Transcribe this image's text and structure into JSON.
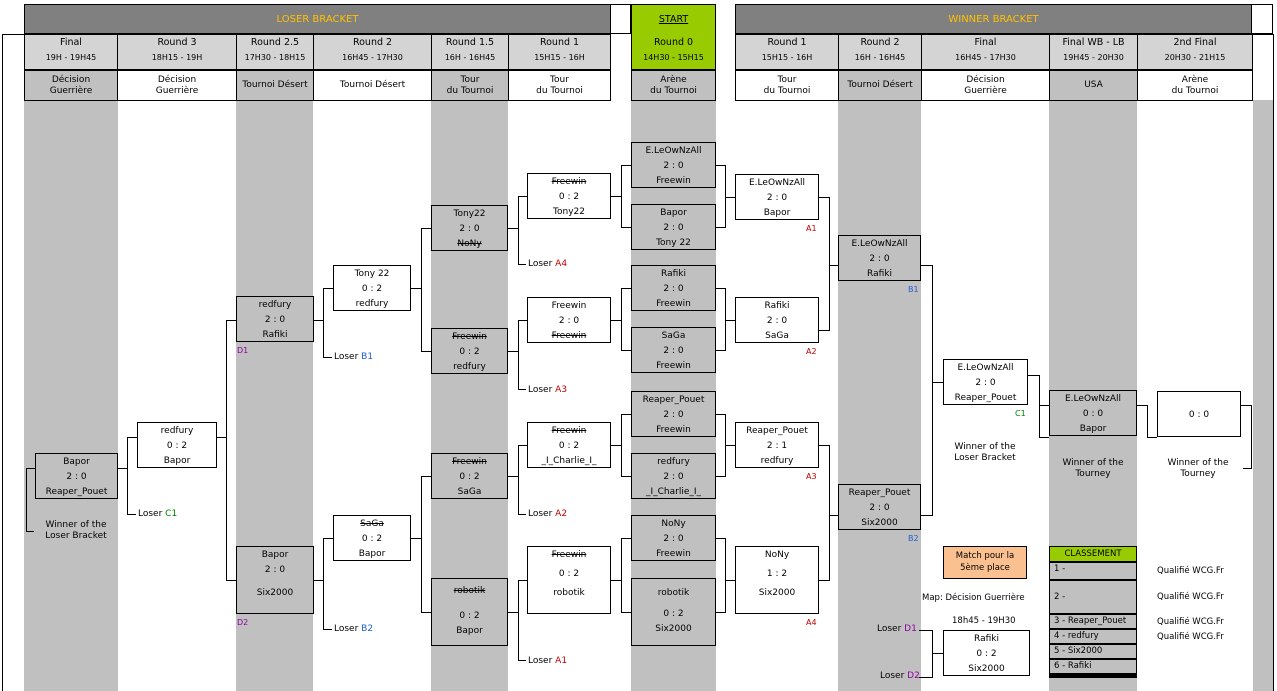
{
  "loser_title": "LOSER BRACKET",
  "winner_title": "WINNER BRACKET",
  "start_label": "START",
  "columns": [
    {
      "title": "Final",
      "time": "19H - 19H45",
      "venue": "Décision\nGuerrière"
    },
    {
      "title": "Round 3",
      "time": "18H15 - 19H",
      "venue": "Décision\nGuerrière"
    },
    {
      "title": "Round 2.5",
      "time": "17H30 - 18H15",
      "venue": "Tournoi Désert"
    },
    {
      "title": "Round 2",
      "time": "16H45 - 17H30",
      "venue": "Tournoi Désert"
    },
    {
      "title": "Round 1.5",
      "time": "16H - 16H45",
      "venue": "Tour\ndu Tournoi"
    },
    {
      "title": "Round 1",
      "time": "15H15 - 16H",
      "venue": "Tour\ndu Tournoi"
    },
    {
      "title": "Round 0",
      "time": "14H30 - 15H15",
      "venue": "Arène\ndu Tournoi"
    },
    {
      "title": "Round 1",
      "time": "15H15 - 16H",
      "venue": "Tour\ndu Tournoi"
    },
    {
      "title": "Round 2",
      "time": "16H - 16H45",
      "venue": "Tournoi Désert"
    },
    {
      "title": "Final",
      "time": "16H45 - 17H30",
      "venue": "Décision\nGuerrière"
    },
    {
      "title": "Final WB - LB",
      "time": "19H45 - 20H30",
      "venue": "USA"
    },
    {
      "title": "2nd Final",
      "time": "20H30 - 21H15",
      "venue": "Arène\ndu Tournoi"
    }
  ],
  "matches": [
    {
      "a": "E.LeOwNzAll",
      "s": "2 : 0",
      "b": "Freewin"
    },
    {
      "a": "Bapor",
      "s": "2 : 0",
      "b": "Tony 22"
    },
    {
      "a": "Rafiki",
      "s": "2 : 0",
      "b": "Freewin"
    },
    {
      "a": "SaGa",
      "s": "2 : 0",
      "b": "Freewin"
    },
    {
      "a": "Reaper_Pouet",
      "s": "2 : 0",
      "b": "Freewin"
    },
    {
      "a": "redfury",
      "s": "2 : 0",
      "b": "_I_Charlie_I_"
    },
    {
      "a": "NoNy",
      "s": "2 : 0",
      "b": "Freewin"
    },
    {
      "a": "robotik",
      "s": "0 : 2",
      "b": "Six2000"
    },
    {
      "a": "E.LeOwNzAll",
      "s": "2 : 0",
      "b": "Bapor"
    },
    {
      "a": "Rafiki",
      "s": "2 : 0",
      "b": "SaGa"
    },
    {
      "a": "Reaper_Pouet",
      "s": "2 : 1",
      "b": "redfury"
    },
    {
      "a": "NoNy",
      "s": "1 : 2",
      "b": "Six2000"
    },
    {
      "a": "E.LeOwNzAll",
      "s": "2 : 0",
      "b": "Rafiki"
    },
    {
      "a": "Reaper_Pouet",
      "s": "2 : 0",
      "b": "Six2000"
    },
    {
      "a": "E.LeOwNzAll",
      "s": "2 : 0",
      "b": "Reaper_Pouet"
    },
    {
      "a": "E.LeOwNzAll",
      "s": "0 : 0",
      "b": "Bapor"
    },
    {
      "a": "",
      "s": "0 : 0",
      "b": ""
    },
    {
      "a": "Freewin",
      "s": "0 : 2",
      "b": "Tony22"
    },
    {
      "a": "Freewin",
      "s": "2 : 0",
      "b": "Freewin"
    },
    {
      "a": "Freewin",
      "s": "0 : 2",
      "b": "_I_Charlie_I_"
    },
    {
      "a": "Freewin",
      "s": "0 : 2",
      "b": "robotik"
    },
    {
      "a": "Tony22",
      "s": "2 : 0",
      "b": "NoNy"
    },
    {
      "a": "Freewin",
      "s": "0 : 2",
      "b": "redfury"
    },
    {
      "a": "Freewin",
      "s": "0 : 2",
      "b": "SaGa"
    },
    {
      "a": "robotik",
      "s": "0 : 2",
      "b": "Bapor"
    },
    {
      "a": "Tony 22",
      "s": "0 : 2",
      "b": "redfury"
    },
    {
      "a": "SaGa",
      "s": "0 : 2",
      "b": "Bapor"
    },
    {
      "a": "redfury",
      "s": "2 : 0",
      "b": "Rafiki"
    },
    {
      "a": "Bapor",
      "s": "2 : 0",
      "b": "Six2000"
    },
    {
      "a": "redfury",
      "s": "0 : 2",
      "b": "Bapor"
    },
    {
      "a": "Bapor",
      "s": "2 : 0",
      "b": "Reaper_Pouet"
    },
    {
      "a": "Rafiki",
      "s": "0 : 2",
      "b": "Six2000"
    }
  ],
  "loser_prefix": "Loser",
  "codes": {
    "A1": "A1",
    "A2": "A2",
    "A3": "A3",
    "A4": "A4",
    "B1": "B1",
    "B2": "B2",
    "C1": "C1",
    "D1": "D1",
    "D2": "D2"
  },
  "notes": {
    "winner_lb_left": "Winner of the\nLoser Bracket",
    "winner_lb_right": "Winner of the\nLoser Bracket",
    "winner_tourney_1": "Winner of the\nTourney",
    "winner_tourney_2": "Winner of the\nTourney",
    "fifth_place": "Match pour la\n5ème place",
    "map": "Map: Décision Guerrière",
    "fifth_time": "18h45 - 19H30"
  },
  "ranking": {
    "title": "CLASSEMENT",
    "rows": [
      "1 -",
      "2 -",
      "3 - Reaper_Pouet",
      "4 - redfury",
      "5 - Six2000",
      "6 - Rafiki"
    ],
    "qualified": "Qualifié WCG.Fr"
  },
  "colors": {
    "start": "#99cc00",
    "stripe": "#c0c0c0",
    "title_text": "#ffc000",
    "fifth": "#fac090"
  }
}
